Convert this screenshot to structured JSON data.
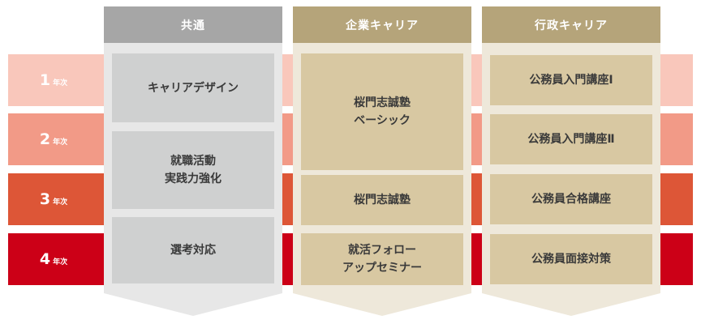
{
  "years": [
    {
      "num": "1",
      "suffix": "年次"
    },
    {
      "num": "2",
      "suffix": "年次"
    },
    {
      "num": "3",
      "suffix": "年次"
    },
    {
      "num": "4",
      "suffix": "年次"
    }
  ],
  "columns": {
    "common": {
      "header": "共通",
      "items": [
        {
          "lines": [
            "キャリアデザイン"
          ]
        },
        {
          "lines": [
            "就職活動",
            "実践力強化"
          ]
        },
        {
          "lines": [
            "選考対応"
          ]
        }
      ]
    },
    "corporate": {
      "header": "企業キャリア",
      "items": [
        {
          "lines": [
            "桜門志誠塾",
            "ベーシック"
          ]
        },
        {
          "lines": [
            "桜門志誠塾"
          ]
        },
        {
          "lines": [
            "就活フォロー",
            "アップセミナー"
          ]
        }
      ]
    },
    "government": {
      "header": "行政キャリア",
      "items": [
        {
          "lines": [
            "公務員入門講座Ⅰ"
          ]
        },
        {
          "lines": [
            "公務員入門講座Ⅱ"
          ]
        },
        {
          "lines": [
            "公務員合格講座"
          ]
        },
        {
          "lines": [
            "公務員面接対策"
          ]
        }
      ]
    }
  },
  "colors": {
    "year1": "#f9c7bb",
    "year2": "#f29a87",
    "year3": "#dd5637",
    "year4": "#cc0017",
    "common_header": "#a6a6a6",
    "common_body": "#e7e7e7",
    "common_box": "#cfd0d0",
    "career_header": "#b5a47a",
    "career_body": "#eee8da",
    "career_box": "#d8c8a2"
  }
}
